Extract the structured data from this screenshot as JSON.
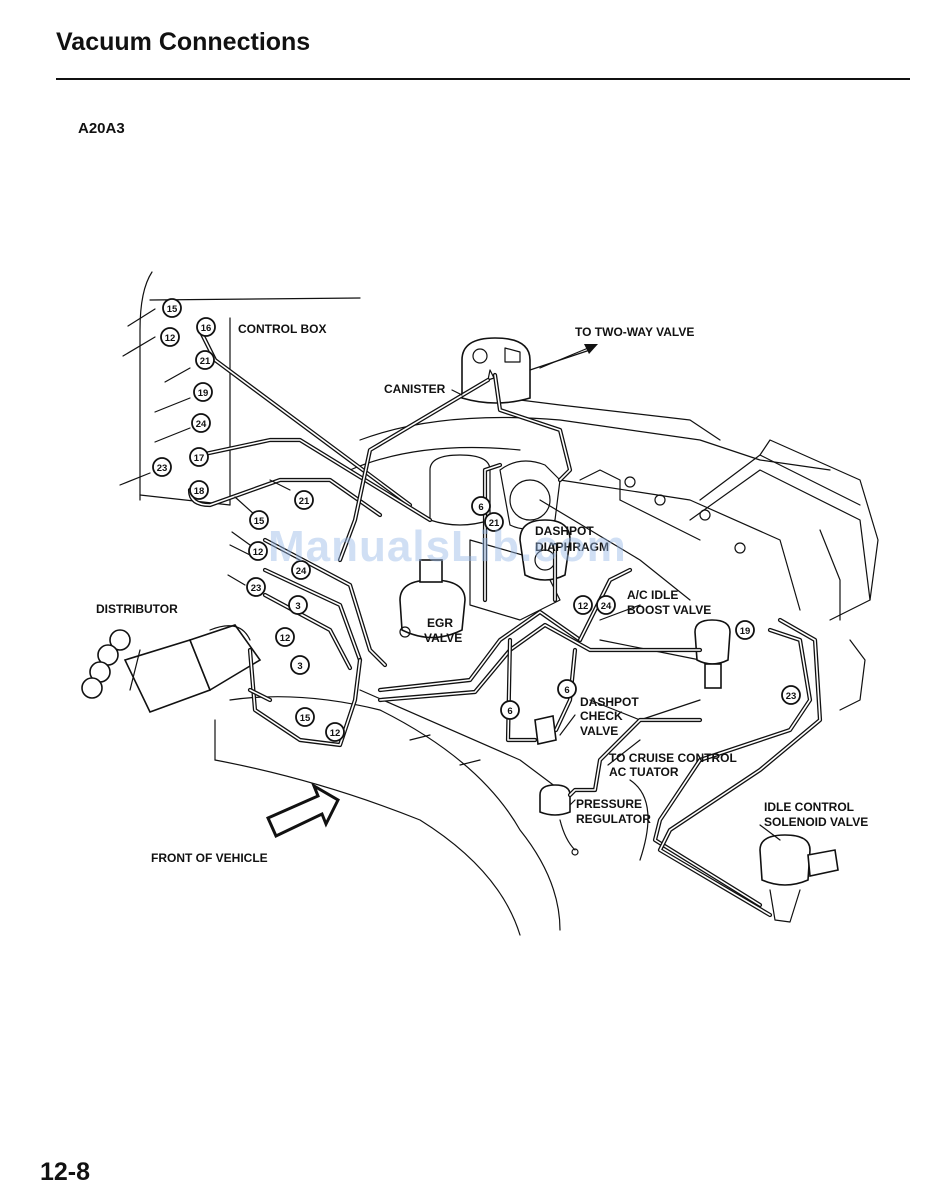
{
  "page": {
    "title": "Vacuum Connections",
    "model": "A20A3",
    "page_number": "12-8",
    "watermark": "ManualsLib.com"
  },
  "labels": {
    "control_box": "CONTROL BOX",
    "to_two_way_valve": "TO TWO-WAY VALVE",
    "canister": "CANISTER",
    "dashpot_diaphragm_line1": "DASHPOT",
    "dashpot_diaphragm_line2": "DIAPHRAGM",
    "egr_valve_line1": "EGR",
    "egr_valve_line2": "VALVE",
    "distributor": "DISTRIBUTOR",
    "ac_idle_boost_valve_line1": "A/C IDLE",
    "ac_idle_boost_valve_line2": "BOOST VALVE",
    "dashpot_check_valve_line1": "DASHPOT",
    "dashpot_check_valve_line2": "CHECK",
    "dashpot_check_valve_line3": "VALVE",
    "to_cruise_control_line1": "TO CRUISE CONTROL",
    "to_cruise_control_line2": "AC TUATOR",
    "pressure_regulator_line1": "PRESSURE",
    "pressure_regulator_line2": "REGULATOR",
    "idle_control_solenoid_line1": "IDLE CONTROL",
    "idle_control_solenoid_line2": "SOLENOID VALVE",
    "front_of_vehicle": "FRONT OF VEHICLE"
  },
  "hose_numbers": {
    "cb_15": "15",
    "cb_12": "12",
    "cb_16": "16",
    "cb_21": "21",
    "cb_19": "19",
    "cb_24": "24",
    "cb_17": "17",
    "cb_23": "23",
    "cb_18": "18",
    "eng_21": "21",
    "eng_15": "15",
    "eng_12": "12",
    "eng_24": "24",
    "eng_23": "23",
    "eng_3": "3",
    "dist_12": "12",
    "dist_3": "3",
    "dist_15": "15",
    "dist_12b": "12",
    "thr_6": "6",
    "thr_21": "21",
    "ac_12": "12",
    "ac_24": "24",
    "ac_19": "19",
    "ac_23": "23",
    "chk_6a": "6",
    "chk_6b": "6"
  }
}
